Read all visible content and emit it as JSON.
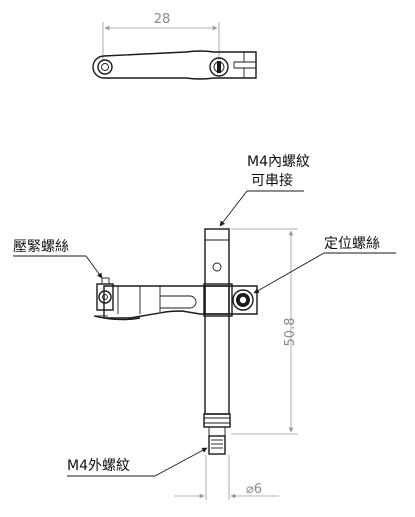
{
  "top_view": {
    "dimension_label": "28"
  },
  "front_view": {
    "dimension_height": "50.8",
    "dimension_diameter": "⌀6"
  },
  "callouts": {
    "top_internal_line1": "M4內螺紋",
    "top_internal_line2": "可串接",
    "clamp_screw": "壓緊螺絲",
    "set_screw": "定位螺絲",
    "external_thread": "M4外螺紋"
  }
}
